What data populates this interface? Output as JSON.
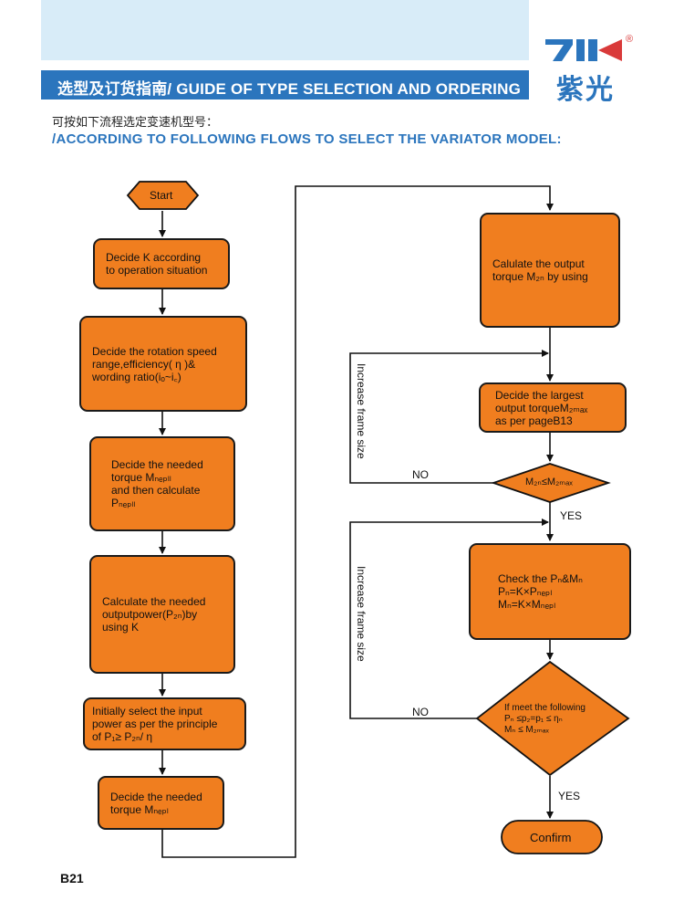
{
  "header": {
    "title": "选型及订货指南/ GUIDE OF TYPE SELECTION AND ORDERING",
    "brand_cn": "紫光",
    "brand_reg": "®",
    "colors": {
      "band": "#d8ecf8",
      "title_bar": "#2b75bd",
      "accent": "#2b75bd",
      "logo_red": "#d93a3a"
    }
  },
  "intro": {
    "cn": "可按如下流程选定变速机型号：",
    "en": "/ACCORDING TO FOLLOWING FLOWS TO SELECT THE VARIATOR MODEL:"
  },
  "flow": {
    "box_color": "#f07e1f",
    "start": "Start",
    "left_steps": [
      {
        "lines": [
          "Decide K according",
          "to operation situation"
        ]
      },
      {
        "lines": [
          "Decide the rotation speed",
          "range,efficiency( η )&",
          "wording ratio(iₒ~i꜀)"
        ]
      },
      {
        "lines": [
          "Decide the needed",
          "torque Mₙₑₚₗₗ",
          "and then calculate",
          "Pₙₑₚₗₗ"
        ]
      },
      {
        "lines": [
          "Calculate the needed",
          "outputpower(P₂ₙ)by",
          "using K"
        ]
      },
      {
        "lines": [
          "Initially select the input",
          "power as per the principle",
          "of  P₁≥ P₂ₙ/ η"
        ]
      },
      {
        "lines": [
          "Decide the needed",
          "torque Mₙₑₚₗ"
        ]
      }
    ],
    "right_steps": [
      {
        "lines": [
          "Calulate the output",
          "torque M₂ₙ by using"
        ]
      },
      {
        "lines": [
          "Decide the largest",
          "output torqueM₂ₘₐₓ",
          "as per pageB13"
        ]
      },
      {
        "lines": [
          "Check the Pₙ&Mₙ",
          "Pₙ=K×Pₙₑₚₗ",
          "Mₙ=K×Mₙₑₚₗ"
        ]
      }
    ],
    "decision1": "M₂ₙ≤M₂ₘₐₓ",
    "decision2": [
      "If meet the following",
      "Pₙ  ≤p₂=p₁  ≤ ηₙ",
      "Mₙ ≤ M₂ₘₐₓ"
    ],
    "confirm": "Confirm",
    "no_label": "NO",
    "yes_label": "YES",
    "loop_label": "Increase frame size"
  },
  "footer": {
    "page": "B21"
  }
}
